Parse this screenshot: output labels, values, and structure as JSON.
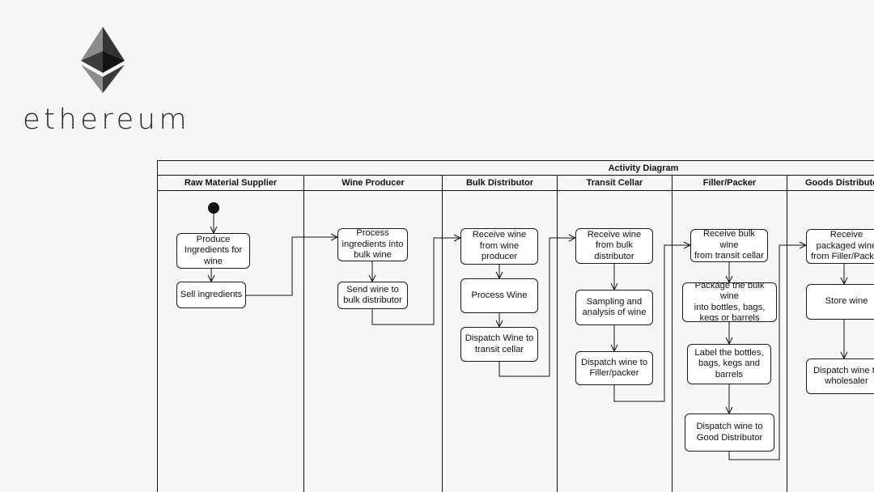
{
  "brand": {
    "wordmark": "ethereum",
    "logo_icon": "ethereum-diamond-icon",
    "logo_colors": [
      "#8c8c8c",
      "#343434",
      "#3c3c3b",
      "#141414",
      "#8c8c8c",
      "#393939"
    ]
  },
  "diagram": {
    "title": "Activity Diagram",
    "lanes": [
      "Raw Material Supplier",
      "Wine Producer",
      "Bulk Distributor",
      "Transit Cellar",
      "Filler/Packer",
      "Goods Distributor"
    ],
    "nodes": [
      {
        "id": "produce",
        "text": "Produce\nIngredients for\nwine"
      },
      {
        "id": "sell",
        "text": "Sell ingredients"
      },
      {
        "id": "process_ing",
        "text": "Process\ningredients into\nbulk wine"
      },
      {
        "id": "send_bulk",
        "text": "Send wine to\nbulk distributor"
      },
      {
        "id": "receive_prod",
        "text": "Receive wine\nfrom wine\nproducer"
      },
      {
        "id": "process_wine",
        "text": "Process Wine"
      },
      {
        "id": "dispatch_transit",
        "text": "Dispatch Wine to\ntransit cellar"
      },
      {
        "id": "receive_bulk",
        "text": "Receive wine\nfrom bulk\ndistributor"
      },
      {
        "id": "sampling",
        "text": "Sampling and\nanalysis of wine"
      },
      {
        "id": "dispatch_filler",
        "text": "Dispatch wine to\nFiller/packer"
      },
      {
        "id": "receive_transit",
        "text": "Receive bulk wine\nfrom transit cellar"
      },
      {
        "id": "package",
        "text": "Package the bulk wine\ninto bottles, bags,\nkegs or barrels"
      },
      {
        "id": "label",
        "text": "Label the bottles,\nbags, kegs and\nbarrels"
      },
      {
        "id": "dispatch_good",
        "text": "Dispatch wine to\nGood Distributor"
      },
      {
        "id": "receive_packaged",
        "text": "Receive\npackaged wine\nfrom Filler/Packer"
      },
      {
        "id": "store",
        "text": "Store wine"
      },
      {
        "id": "dispatch_wholesaler",
        "text": "Dispatch wine to\nwholesaler"
      }
    ]
  }
}
